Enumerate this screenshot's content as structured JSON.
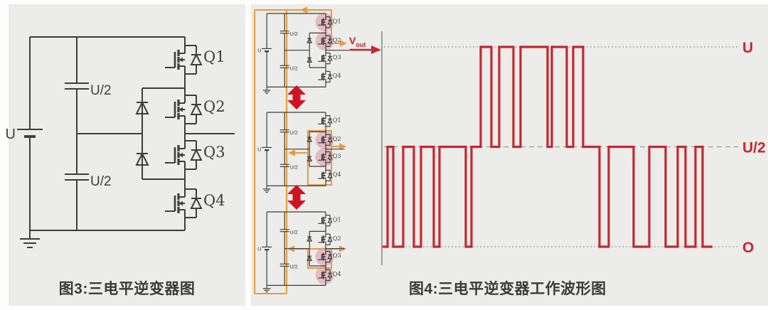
{
  "colors": {
    "panel": "#ececea",
    "wire": "#3d3d3b",
    "red": "#c2292f",
    "bright_red": "#d01323",
    "orange": "#e8993f",
    "pink": "#d8909b",
    "grid": "#9a9a9a",
    "axis": "#8c8c8c",
    "caption": "#3a3a37"
  },
  "figure3": {
    "caption": "图3:三电平逆变器图",
    "source_label": "U",
    "capacitor_label": "U/2",
    "switch_labels": [
      "Q1",
      "Q2",
      "Q3",
      "Q4"
    ]
  },
  "middle_column": {
    "vout_main": "V",
    "vout_sub": "out",
    "states": [
      {
        "on": [
          "Q1",
          "Q2"
        ],
        "output_level": "U"
      },
      {
        "on": [
          "Q2",
          "Q3"
        ],
        "output_level": "U/2"
      },
      {
        "on": [
          "Q3",
          "Q4"
        ],
        "output_level": "O"
      }
    ]
  },
  "figure4": {
    "caption": "图4:三电平逆变器工作波形图",
    "level_labels": [
      "U",
      "U/2",
      "O"
    ]
  },
  "chart_data": {
    "type": "line",
    "subtype": "three_level_pwm_step_waveform",
    "title": "图4:三电平逆变器工作波形图",
    "ylabels": [
      "U",
      "U/2",
      "O"
    ],
    "level_values": {
      "U": 1.0,
      "U/2": 0.5,
      "O": 0.0
    },
    "gridlines": [
      "U",
      "U/2",
      "O"
    ],
    "x_range": [
      0,
      464
    ],
    "segments": [
      [
        0,
        7,
        "O"
      ],
      [
        7,
        15,
        "U/2"
      ],
      [
        15,
        29,
        "O"
      ],
      [
        29,
        44,
        "U/2"
      ],
      [
        44,
        54,
        "O"
      ],
      [
        54,
        72,
        "U/2"
      ],
      [
        72,
        80,
        "O"
      ],
      [
        80,
        117,
        "U/2"
      ],
      [
        117,
        125,
        "O"
      ],
      [
        125,
        138,
        "U/2"
      ],
      [
        138,
        153,
        "U"
      ],
      [
        153,
        164,
        "U/2"
      ],
      [
        164,
        184,
        "U"
      ],
      [
        184,
        194,
        "U/2"
      ],
      [
        194,
        232,
        "U"
      ],
      [
        232,
        238,
        "U/2"
      ],
      [
        238,
        259,
        "U"
      ],
      [
        259,
        268,
        "U/2"
      ],
      [
        268,
        282,
        "U"
      ],
      [
        282,
        305,
        "U/2"
      ],
      [
        305,
        318,
        "O"
      ],
      [
        318,
        353,
        "U/2"
      ],
      [
        353,
        375,
        "O"
      ],
      [
        375,
        398,
        "U/2"
      ],
      [
        398,
        415,
        "O"
      ],
      [
        415,
        426,
        "U/2"
      ],
      [
        426,
        440,
        "O"
      ],
      [
        440,
        450,
        "U/2"
      ],
      [
        450,
        464,
        "O"
      ]
    ]
  }
}
